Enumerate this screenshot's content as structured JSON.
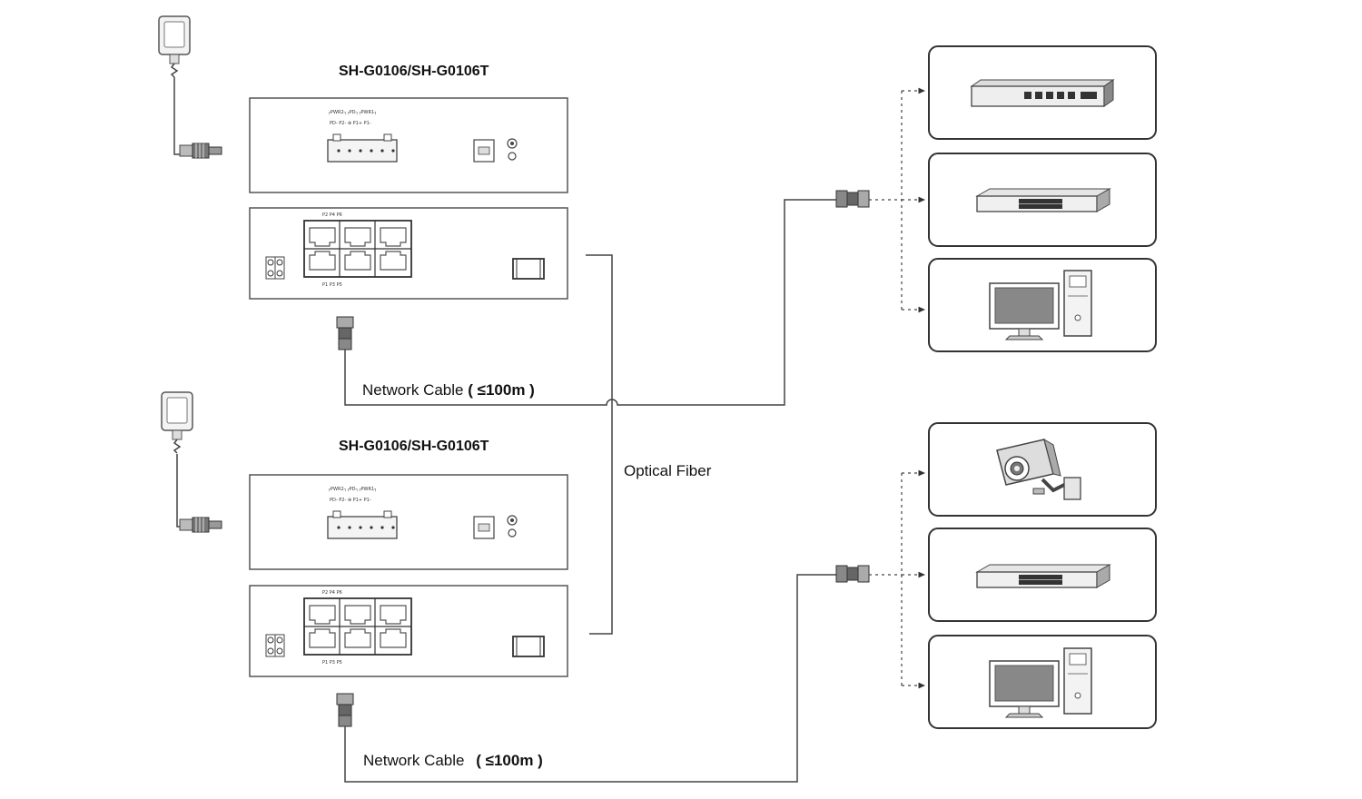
{
  "diagram": {
    "upper_switch": {
      "model": "SH-G0106/SH-G0106T",
      "cable_label": "Network Cable",
      "cable_length": "( ≤100m )"
    },
    "lower_switch": {
      "model": "SH-G0106/SH-G0106T",
      "cable_label": "Network Cable",
      "cable_length": "( ≤100m )"
    },
    "fiber_label": "Optical Fiber",
    "upper_devices": [
      "poe-switch-icon",
      "network-switch-icon",
      "desktop-computer-icon"
    ],
    "lower_devices": [
      "ip-camera-icon",
      "network-switch-icon",
      "desktop-computer-icon"
    ],
    "colors": {
      "line": "#444444",
      "panel_stroke": "#555555",
      "box_stroke": "#333333"
    }
  }
}
